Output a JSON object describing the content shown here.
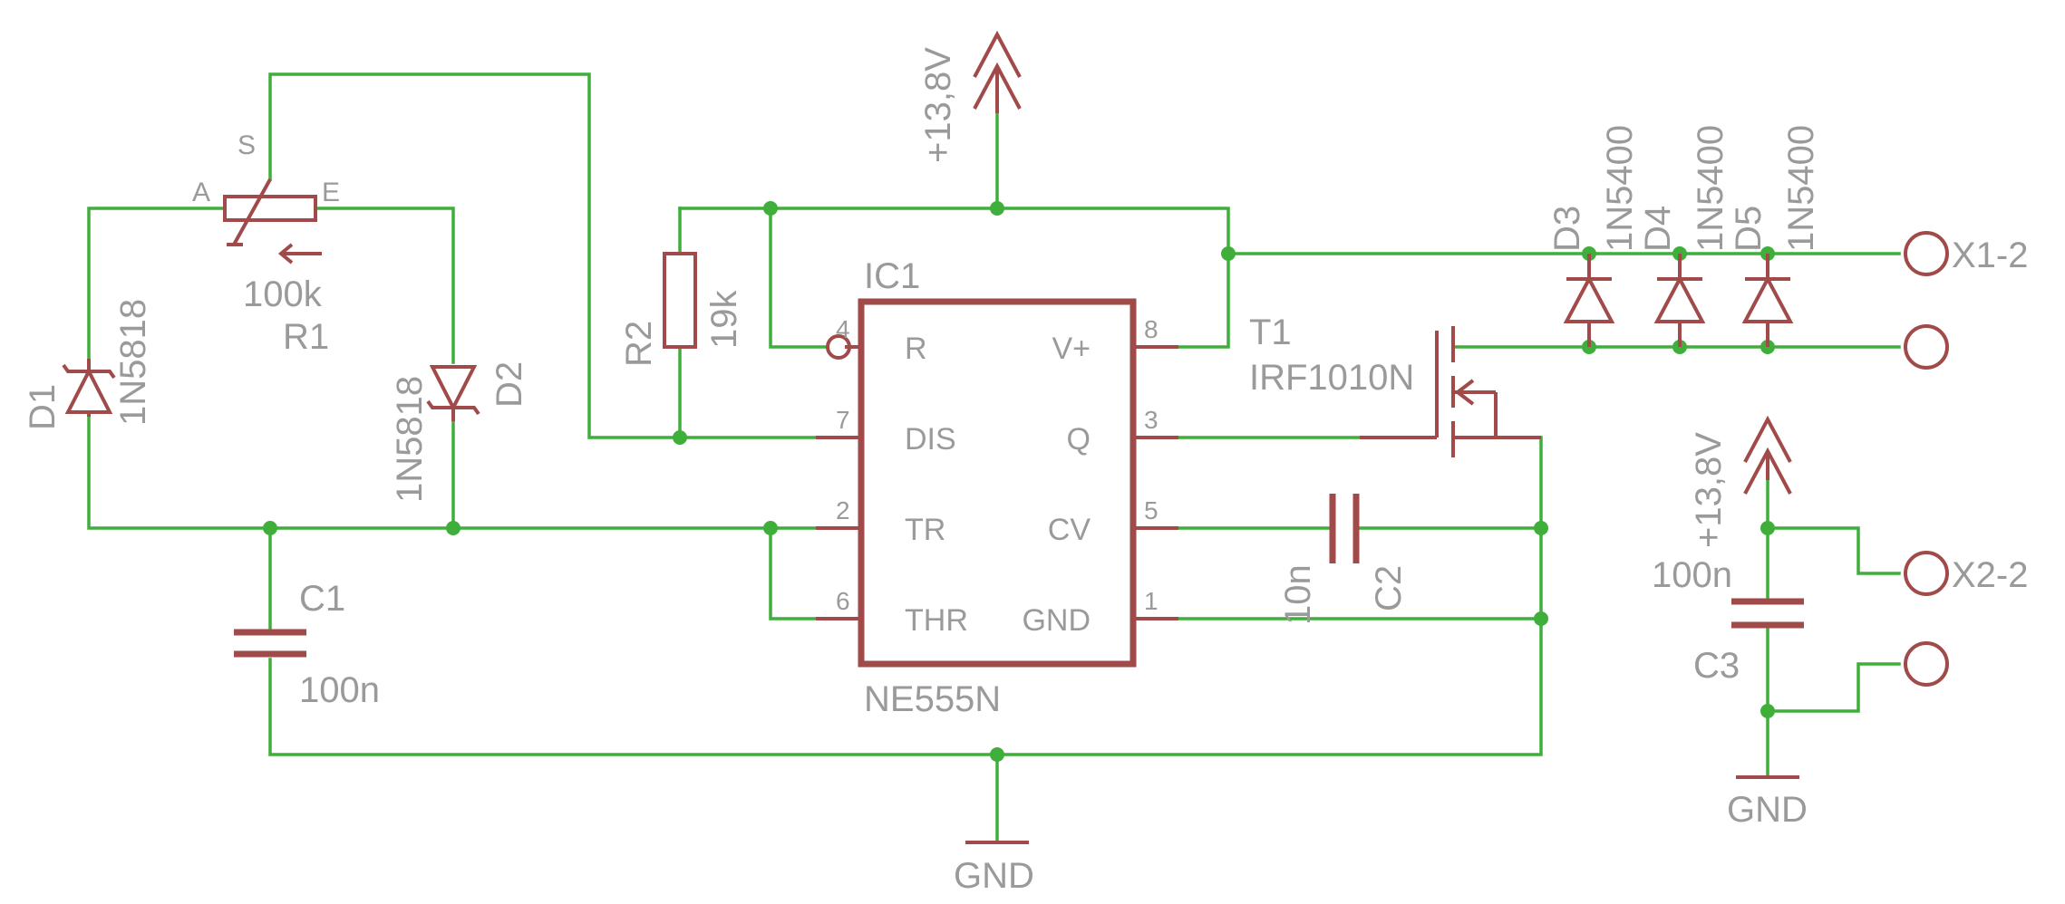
{
  "ic1": {
    "name": "IC1",
    "value": "NE555N",
    "pins": [
      {
        "num": "4",
        "label": "R"
      },
      {
        "num": "7",
        "label": "DIS"
      },
      {
        "num": "2",
        "label": "TR"
      },
      {
        "num": "6",
        "label": "THR"
      },
      {
        "num": "8",
        "label": "V+"
      },
      {
        "num": "3",
        "label": "Q"
      },
      {
        "num": "5",
        "label": "CV"
      },
      {
        "num": "1",
        "label": "GND"
      }
    ]
  },
  "r1": {
    "name": "R1",
    "value": "100k",
    "pin_a": "A",
    "pin_e": "E",
    "pin_s": "S"
  },
  "r2": {
    "name": "R2",
    "value": "19k"
  },
  "c1": {
    "name": "C1",
    "value": "100n"
  },
  "c2": {
    "name": "C2",
    "value": "10n"
  },
  "c3": {
    "name": "C3",
    "value": "100n"
  },
  "d1": {
    "name": "D1",
    "value": "1N5818"
  },
  "d2": {
    "name": "D2",
    "value": "1N5818"
  },
  "d3": {
    "name": "D3",
    "value": "1N5400"
  },
  "d4": {
    "name": "D4",
    "value": "1N5400"
  },
  "d5": {
    "name": "D5",
    "value": "1N5400"
  },
  "t1": {
    "name": "T1",
    "value": "IRF1010N"
  },
  "supply": {
    "label": "+13,8V"
  },
  "ground": {
    "label": "GND"
  },
  "x1": {
    "name": "X1-2"
  },
  "x2": {
    "name": "X2-2"
  }
}
